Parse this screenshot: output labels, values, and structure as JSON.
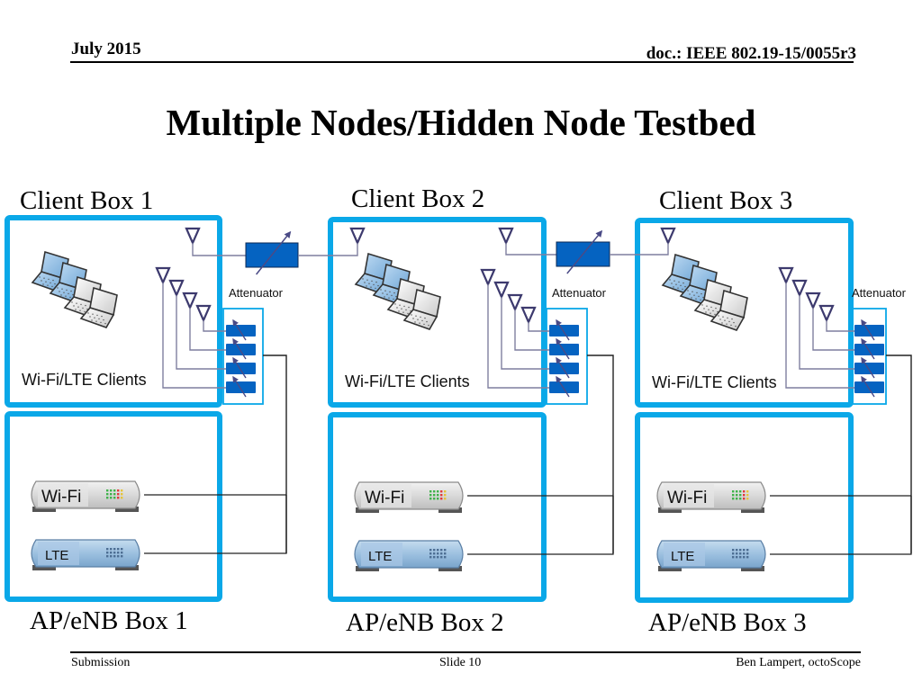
{
  "header": {
    "date": "July 2015",
    "doc_id": "doc.: IEEE 802.19-15/0055r3"
  },
  "title": "Multiple Nodes/Hidden Node Testbed",
  "client_boxes": [
    {
      "label": "Client Box 1",
      "clients_label": "Wi-Fi/LTE Clients",
      "attenuator_label": "Attenuator",
      "antennas_to_attenuator": 4
    },
    {
      "label": "Client Box 2",
      "clients_label": "Wi-Fi/LTE Clients",
      "attenuator_label": "Attenuator",
      "antennas_to_attenuator": 4
    },
    {
      "label": "Client Box 3",
      "clients_label": "Wi-Fi/LTE Clients",
      "attenuator_label": "Attenuator",
      "antennas_to_attenuator": 4
    }
  ],
  "ap_boxes": [
    {
      "label": "AP/eNB Box 1",
      "devices": [
        "Wi-Fi",
        "LTE"
      ]
    },
    {
      "label": "AP/eNB Box 2",
      "devices": [
        "Wi-Fi",
        "LTE"
      ]
    },
    {
      "label": "AP/eNB Box 3",
      "devices": [
        "Wi-Fi",
        "LTE"
      ]
    }
  ],
  "links": [
    {
      "from": "Client Box 1",
      "to": "Client Box 2",
      "via": "variable attenuator"
    },
    {
      "from": "Client Box 2",
      "to": "Client Box 3",
      "via": "variable attenuator"
    }
  ],
  "colors": {
    "box_border": "#0aa8e8",
    "attenuator_fill": "#0563c1",
    "antenna_stroke": "#3d3a6e",
    "wire": "#7f7f9f"
  },
  "footer": {
    "left": "Submission",
    "center": "Slide 10",
    "right": "Ben Lampert, octoScope"
  }
}
